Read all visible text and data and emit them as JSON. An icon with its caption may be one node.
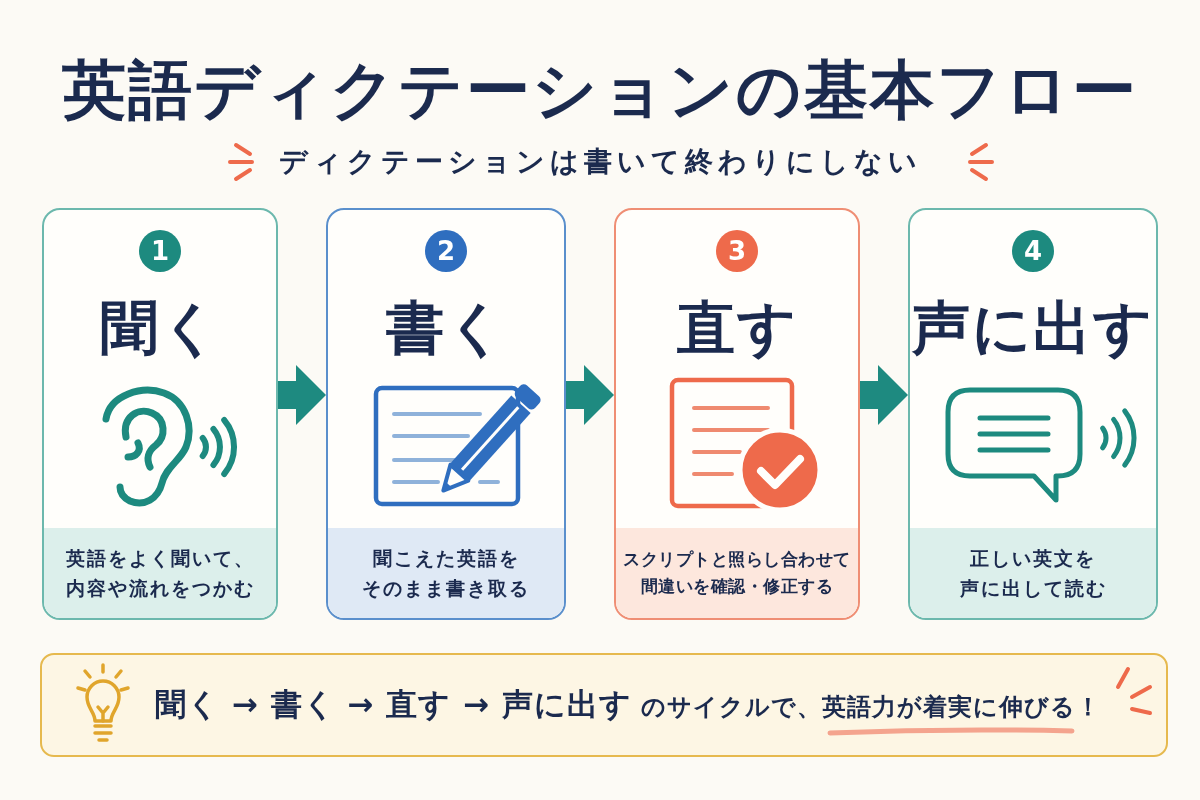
{
  "diagram": {
    "title": "英語ディクテーションの基本フロー",
    "nodes": [
      {
        "text": [
          "聞く"
        ]
      },
      {
        "text": [
          "1"
        ],
        "in": 0
      },
      {
        "text": [
          "英語をよく聞いて、内容や流れをつかむ"
        ],
        "in": 0
      },
      {
        "text": [
          "書く"
        ]
      },
      {
        "text": [
          "2"
        ],
        "in": 3
      },
      {
        "text": [
          "聞こえた英語をそのまま書き取る"
        ],
        "in": 3
      },
      {
        "text": [
          "直す"
        ]
      },
      {
        "text": [
          "3"
        ],
        "in": 6
      },
      {
        "text": [
          "スクリプトと照らし合わせて間違いを確認・修正する"
        ],
        "in": 6
      },
      {
        "text": [
          "声に出す"
        ]
      },
      {
        "text": [
          "4"
        ],
        "in": 9
      },
      {
        "text": [
          "正しい英文を声に出して読む"
        ],
        "in": 9
      },
      {
        "text": [
          "**聞く → 書く → 直す → 声に出す** のサイクルで、英語力が着実に伸びる！"
        ]
      }
    ],
    "edges": [
      {
        "from": 0,
        "to": 3,
        "arrow": "to"
      },
      {
        "from": 3,
        "to": 6,
        "arrow": "to"
      },
      {
        "from": 6,
        "to": 9,
        "arrow": "to"
      }
    ],
    "labels": [
      "ディクテーションは書いて終わりにしない"
    ]
  }
}
